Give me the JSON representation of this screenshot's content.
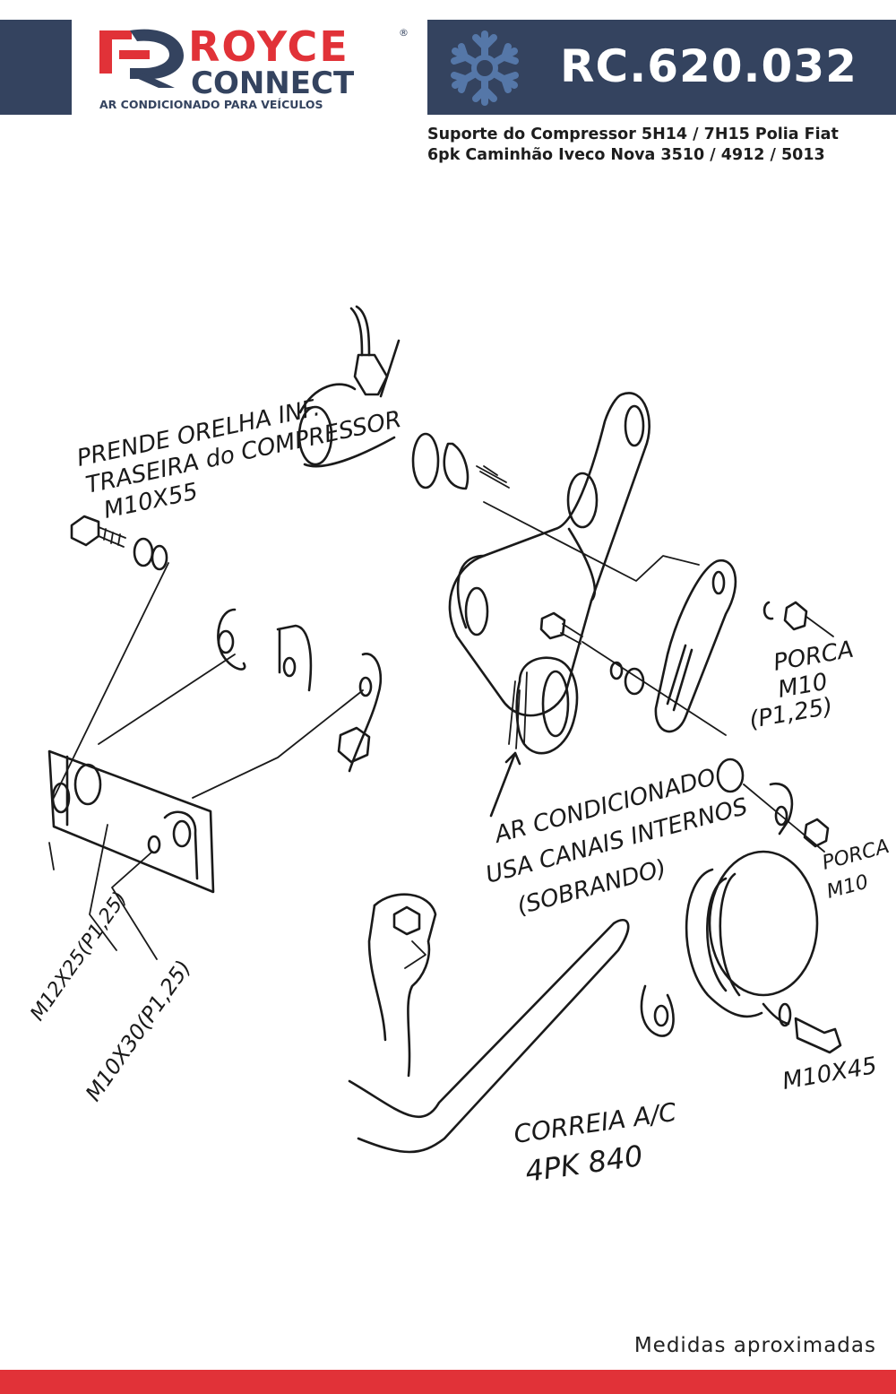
{
  "brand": {
    "name_top": "ROYCE",
    "name_bottom": "CONNECT",
    "tagline": "AR CONDICIONADO PARA VEÍCULOS",
    "registered": "®",
    "colors": {
      "navy": "#34435f",
      "red": "#e13238",
      "blue_icon": "#5577a8"
    }
  },
  "product": {
    "code": "RC.620.032",
    "description_line1": "Suporte do Compressor 5H14 / 7H15 Polia Fiat",
    "description_line2": "6pk Caminhão Iveco Nova 3510 / 4912 / 5013",
    "icon": "snowflake-icon"
  },
  "diagram": {
    "labels": {
      "prende_1": "PRENDE ORELHA INF.",
      "prende_2": "TRASEIRA do COMPRESSOR",
      "prende_3": "M10X55",
      "porca1_1": "PORCA",
      "porca1_2": "M10",
      "porca1_3": "(P1,25)",
      "ar_1": "AR CONDICIONADO",
      "ar_2": "USA CANAIS INTERNOS",
      "ar_3": "(SOBRANDO)",
      "porca2_1": "PORCA",
      "porca2_2": "M10",
      "m12": "M12X25(P1,25)",
      "m10x30": "M10X30(P1,25)",
      "m10x45": "M10X45",
      "correia_1": "CORREIA A/C",
      "correia_2": "4PK 840"
    }
  },
  "footer": {
    "note": "Medidas aproximadas"
  }
}
